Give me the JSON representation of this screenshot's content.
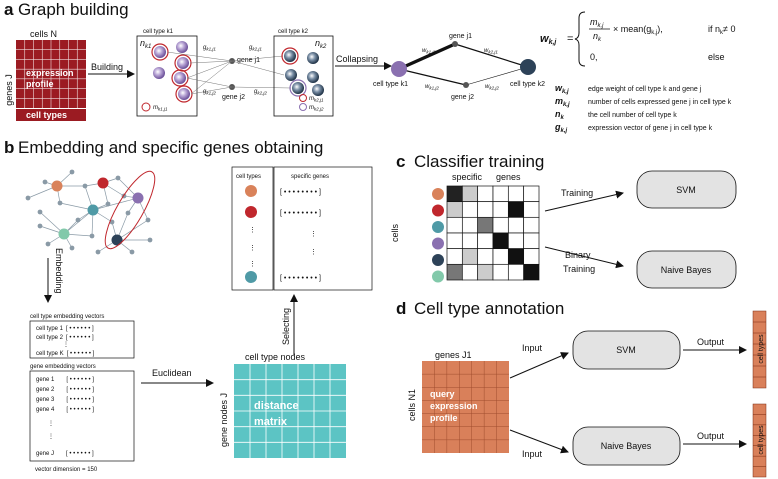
{
  "panel_a": {
    "letter": "a",
    "title": "Graph building",
    "cells_n": "cells N",
    "genes_j": "genes J",
    "expression": "expression",
    "profile": "profile",
    "cell_types": "cell types",
    "building": "Building",
    "cell_type_k1": "cell type k1",
    "cell_type_k2": "cell type k2",
    "n_k1": "n",
    "n_k1_sub": "k1",
    "n_k2": "n",
    "n_k2_sub": "k2",
    "gene_j1": "gene j1",
    "gene_j2": "gene j2",
    "g_k1j1": "g",
    "g_k1j1_sub": "k1,j1",
    "g_k2j1": "g",
    "g_k2j1_sub": "k2,j1",
    "g_k1j2": "g",
    "g_k1j2_sub": "k1,j2",
    "g_k2j2": "g",
    "g_k2j2_sub": "k2,j2",
    "m_k1j1": "m",
    "m_k1j1_sub": "k1,j1",
    "m_k2j1": "m",
    "m_k2j1_sub": "k2,j1",
    "m_k2j2": "m",
    "m_k2j2_sub": "k2,j2",
    "collapsing": "Collapsing",
    "gene_j1_b": "gene j1",
    "gene_j2_b": "gene j2",
    "cell_type_k1_b": "cell type k1",
    "cell_type_k2_b": "cell type k2",
    "w_k1j1": "w",
    "w_k1j1_sub": "k1,j1",
    "w_k2j1": "w",
    "w_k2j1_sub": "k2,j1",
    "w_k1j2": "w",
    "w_k1j2_sub": "k1,j2",
    "w_k2j2": "w",
    "w_k2j2_sub": "k2,j2",
    "formula": {
      "lhs": "w",
      "lhs_sub": "k,j",
      "eq": "=",
      "num": "m",
      "num_sub": "k,j",
      "den": "n",
      "den_sub": "k",
      "times_mean": "× mean(g",
      "mean_sub": "k,j",
      "close": "),",
      "cond1": "if n",
      "cond1_sub": "k",
      "cond1_rest": "≠ 0",
      "zero": "0,",
      "else": "else"
    },
    "legend": [
      {
        "sym": "w",
        "sub": "k,j",
        "text": "edge weight of cell type k and  gene j"
      },
      {
        "sym": "m",
        "sub": "k,j",
        "text": "number of cells expressed gene j in cell type k"
      },
      {
        "sym": "n",
        "sub": "k",
        "text": "the cell number of cell type k"
      },
      {
        "sym": "g",
        "sub": "k,j",
        "text": "expression vector of gene j  in cell type k"
      }
    ]
  },
  "panel_b": {
    "letter": "b",
    "title": "Embedding and specific genes obtaining",
    "embedding": "Embedding",
    "cell_type_emb_title": "cell type embedding vectors",
    "cell_type_rows": [
      "cell type 1",
      "cell type 2",
      "cell type K"
    ],
    "gene_emb_title": "gene embedding vectors",
    "gene_rows": [
      "gene 1",
      "gene 2",
      "gene 3",
      "gene 4",
      "gene J"
    ],
    "vector_dots": "[ • • • • • • ]",
    "vector_dimension": "vector dimension = 150",
    "euclidean": "Euclidean",
    "cell_type_nodes": "cell type nodes",
    "gene_nodes_j": "gene nodes J",
    "distance": "distance",
    "matrix": "matrix",
    "selecting": "Selecting",
    "cell_types_col": "cell types",
    "specific_genes_col": "specific genes",
    "gene_dots": "[ • • • • • • • • ]"
  },
  "panel_c": {
    "letter": "c",
    "title": "Classifier training",
    "specific": "specific",
    "genes": "genes",
    "cells": "cells",
    "training": "Training",
    "binary": "Binary",
    "training2": "Training",
    "svm": "SVM",
    "naive_bayes": "Naive Bayes"
  },
  "panel_d": {
    "letter": "d",
    "title": "Cell type annotation",
    "genes_j1": "genes J1",
    "cells_n1": "cells N1",
    "query": "query",
    "expression": "expression",
    "profile": "profile",
    "input1": "Input",
    "input2": "Input",
    "svm": "SVM",
    "naive_bayes": "Naive Bayes",
    "output1": "Output",
    "output2": "Output",
    "cell_types1": "cell types",
    "cell_types2": "cell types"
  },
  "colors": {
    "dark_red": "#9b1b22",
    "teal": "#5cc4c4",
    "salmon": "#d9805a",
    "node_orange": "#d9825a",
    "node_red": "#c0272d",
    "node_teal": "#4f9aa6",
    "node_purple": "#8a70b0",
    "node_navy": "#2d4258",
    "node_mint": "#82c9aa",
    "pill_gray": "#e3e3e3"
  }
}
